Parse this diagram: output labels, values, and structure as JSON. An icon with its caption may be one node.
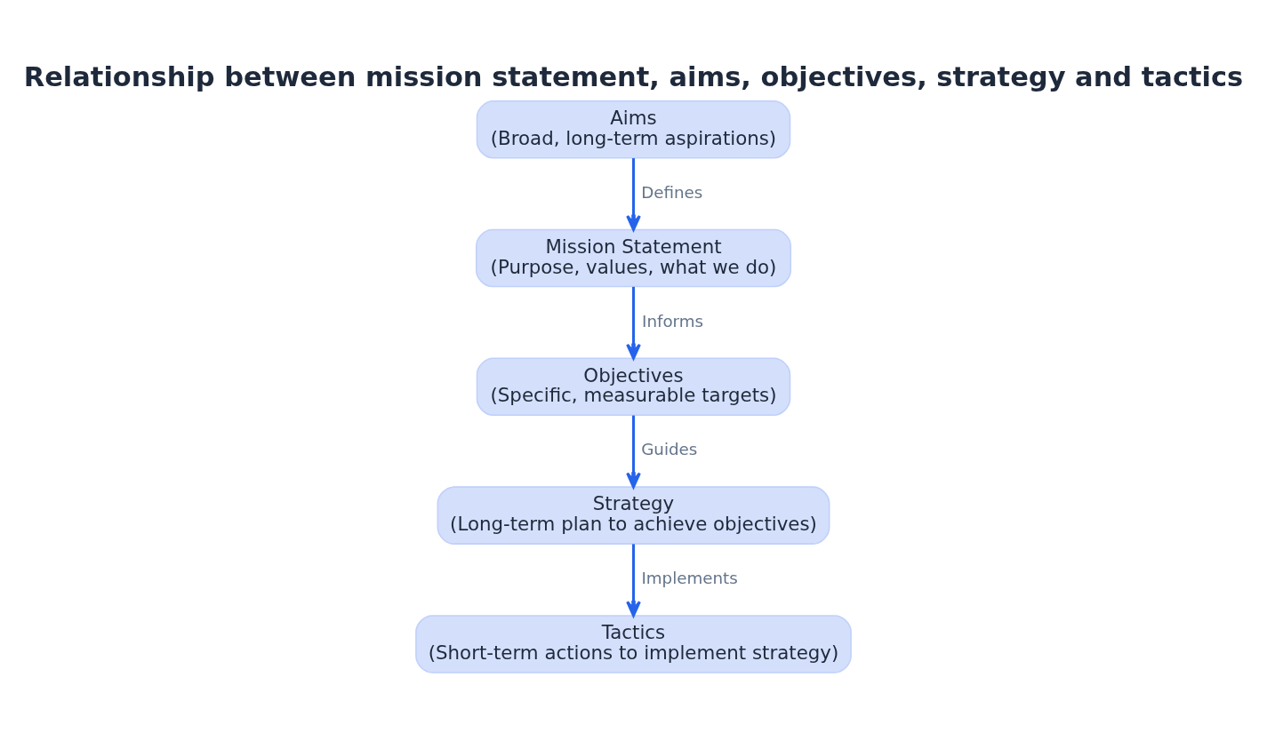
{
  "diagram": {
    "title": "Relationship between mission statement, aims, objectives, strategy and tactics",
    "nodes": [
      {
        "text": [
          "Aims",
          "(Broad, long-term aspirations)"
        ]
      },
      {
        "text": [
          "Mission Statement",
          "(Purpose, values, what we do)"
        ]
      },
      {
        "text": [
          "Objectives",
          "(Specific, measurable targets)"
        ]
      },
      {
        "text": [
          "Strategy",
          "(Long-term plan to achieve objectives)"
        ]
      },
      {
        "text": [
          "Tactics",
          "(Short-term actions to implement strategy)"
        ]
      }
    ],
    "edges": [
      {
        "from": 0,
        "to": 1,
        "arrow": "to",
        "label": "Defines"
      },
      {
        "from": 1,
        "to": 2,
        "arrow": "to",
        "label": "Informs"
      },
      {
        "from": 2,
        "to": 3,
        "arrow": "to",
        "label": "Guides"
      },
      {
        "from": 3,
        "to": 4,
        "arrow": "to",
        "label": "Implements"
      }
    ]
  }
}
